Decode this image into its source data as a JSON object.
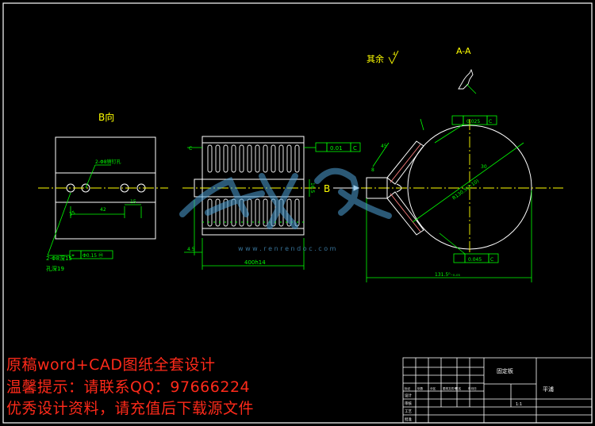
{
  "views": {
    "b_view_label": "B向",
    "section_label": "A-A",
    "arrow_b_label": "B",
    "roughness_note": "其余",
    "roughness_value": "4"
  },
  "dims": {
    "b_slot": "2-Φ8销钉孔",
    "b_spacing": "42",
    "b_left": "25",
    "b_right": "15",
    "b_holes": "2-Φ8深15",
    "b_hole_depth": "孔深19",
    "b_tol_symbol": "⌖",
    "b_tol": "Φ0.15 Ⓜ",
    "body_length": "400h14",
    "body_left": "4.5",
    "body_flatness": "0.01",
    "body_datum": "C",
    "body_side_a": "C",
    "body_height": "16.5",
    "arc_tol_top": "0.025",
    "arc_tol_bottom": "0.045",
    "arc_datum": "C",
    "arc_radius": "R130.5(1:10)",
    "overall_width": "131.5⁰₋₀.₀₅",
    "small_dim_a": "45",
    "small_dim_b": "8",
    "small_dim_c": "30"
  },
  "watermark": {
    "url": "w w w . r e n r e n d o c . c o m"
  },
  "title_block": {
    "part_name": "固定板",
    "company": "平浦",
    "scale": "1:1",
    "rows": [
      "标记",
      "处数",
      "分区",
      "更改文件号",
      "签名",
      "年月日"
    ],
    "roles": [
      "设计",
      "审核",
      "工艺",
      "批准"
    ]
  },
  "promo": {
    "line1": "原稿word+CAD图纸全套设计",
    "line2": "温馨提示：请联系QQ：97666224",
    "line3": "优秀设计资料，请充值后下载源文件"
  },
  "colors": {
    "background": "#000000",
    "frame": "#ffffff",
    "outline": "#ffffff",
    "dimension": "#00ff00",
    "centerline": "#ffff00",
    "text": "#ffff00",
    "promo": "#ff2a1a",
    "watermark": "#4fa3d8"
  }
}
